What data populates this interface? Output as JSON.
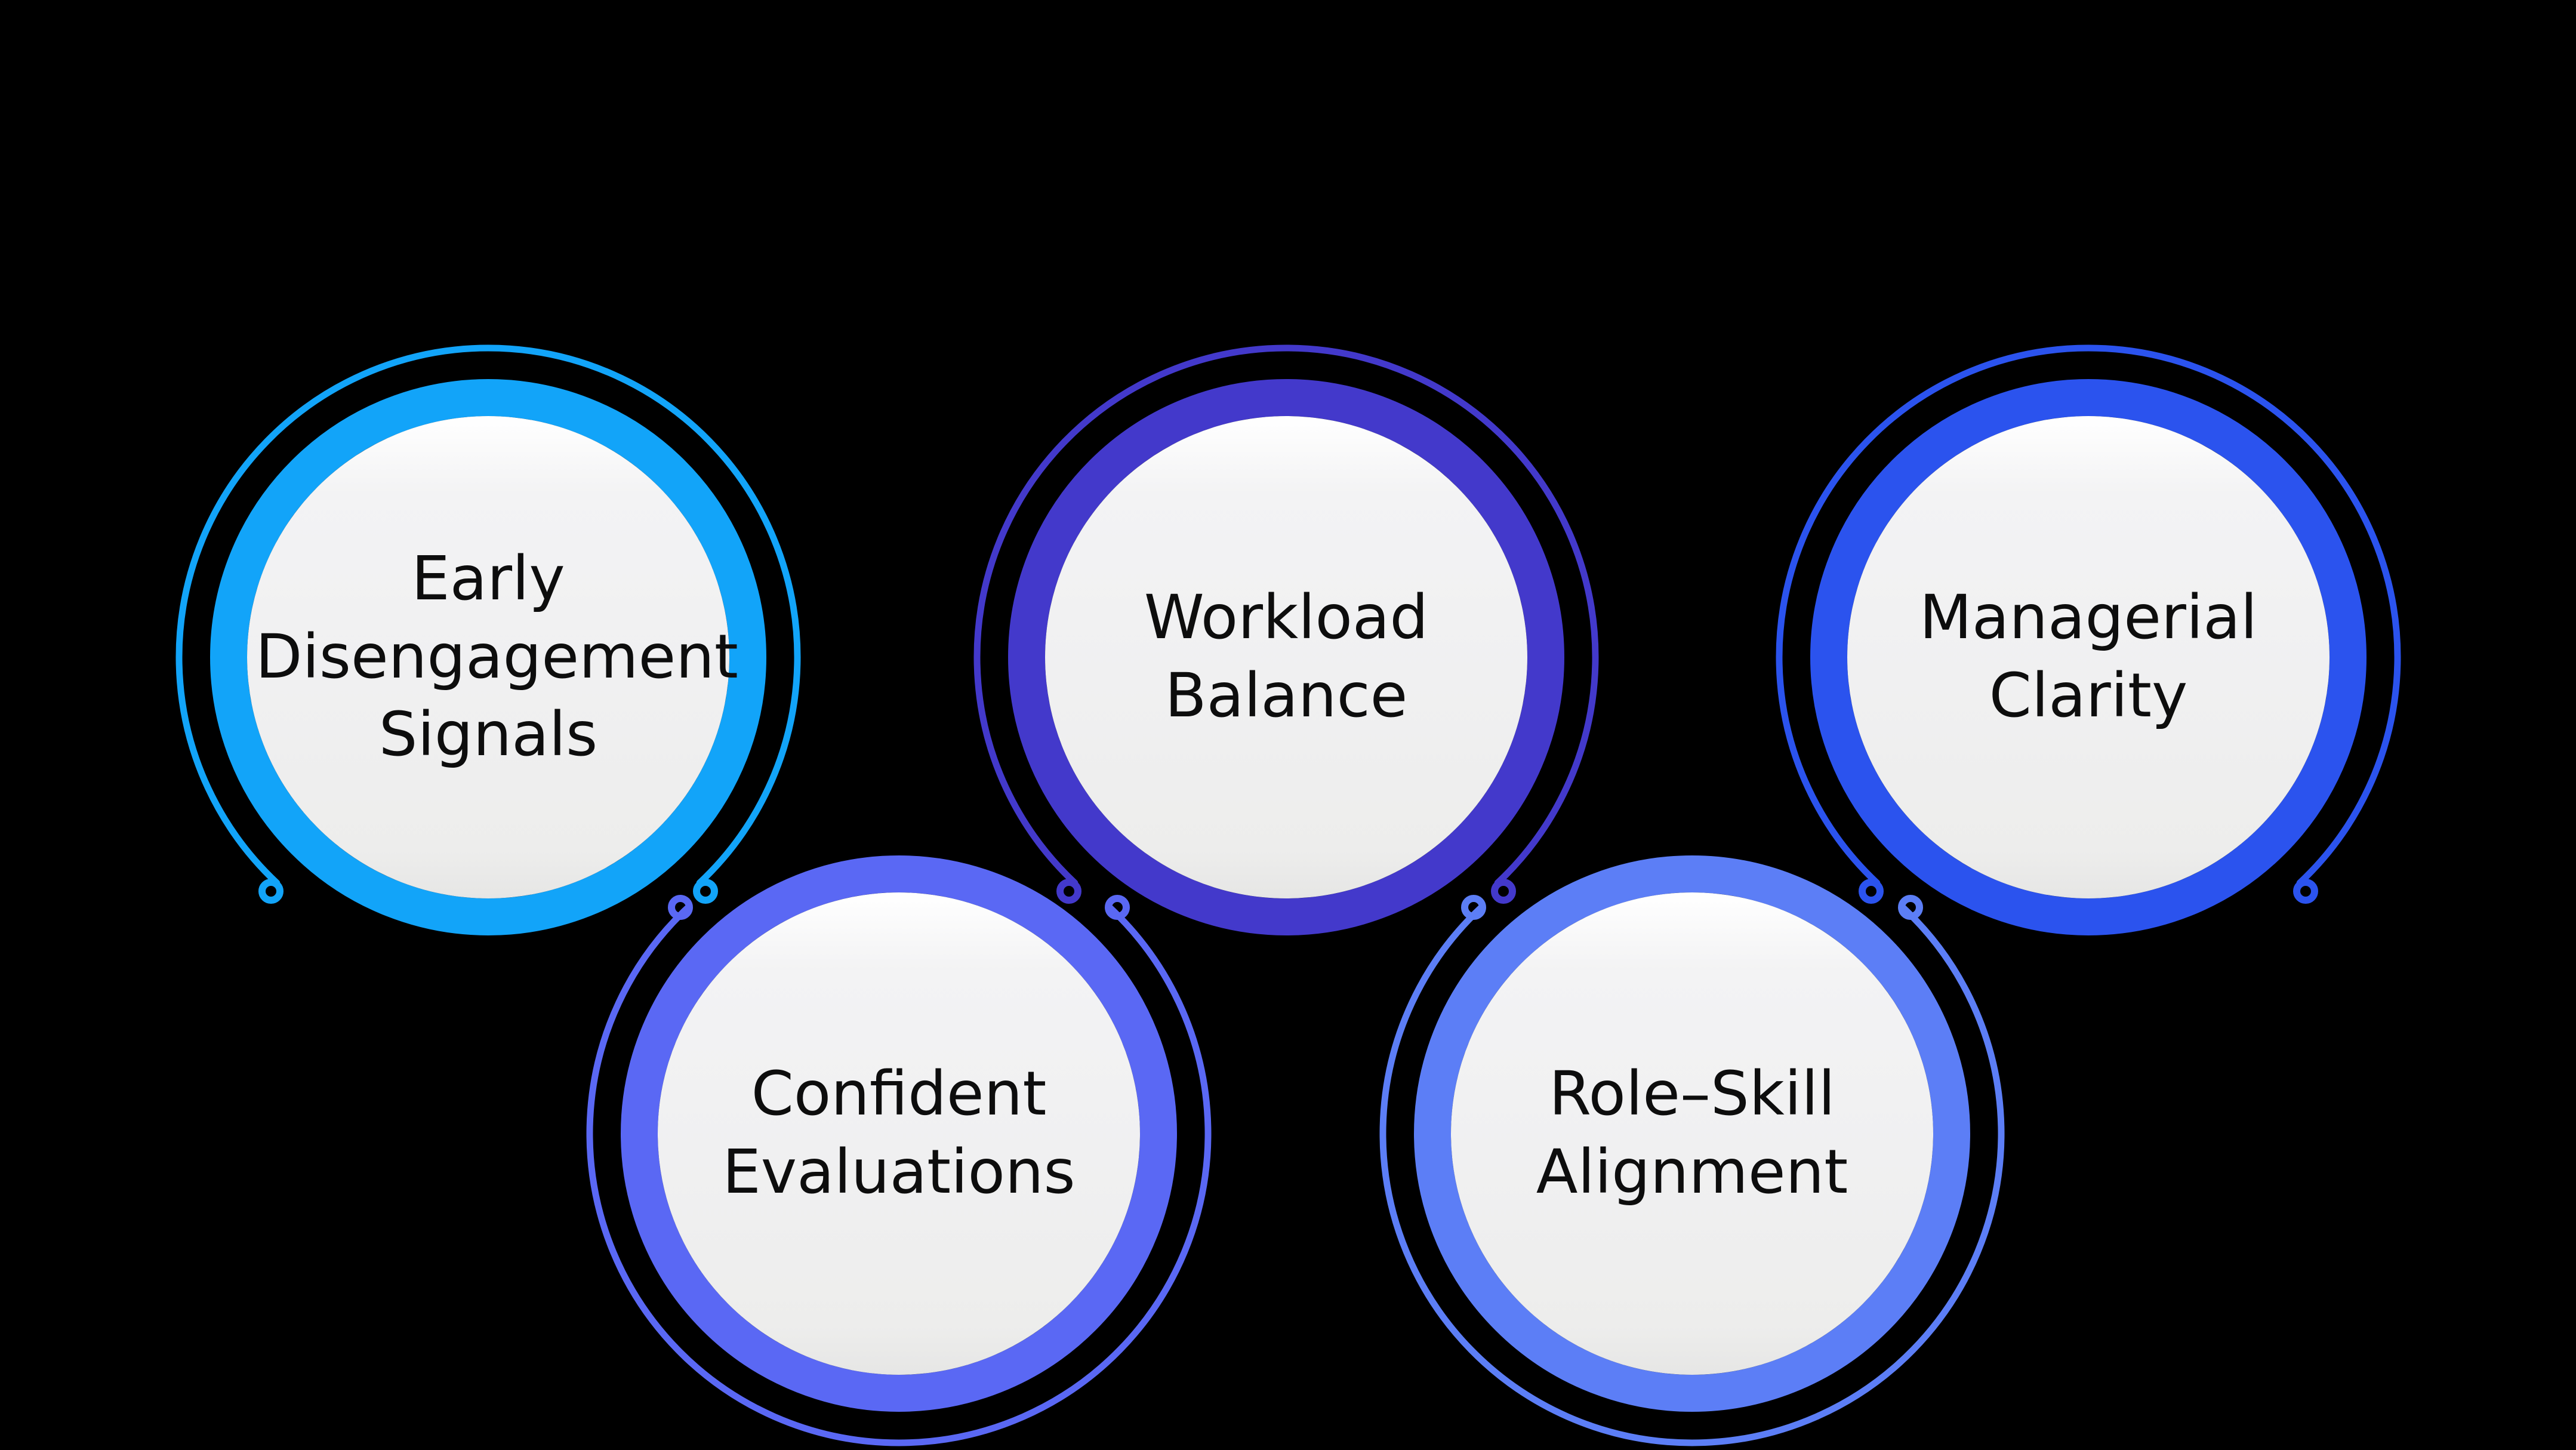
{
  "background_color": "#000000",
  "text_color": "#0D0D0D",
  "inner_disc": {
    "fill_top": "#FFFFFF",
    "fill_mid": "#F0F0F1",
    "fill_bottom": "#E6E6E5"
  },
  "diagram": {
    "type": "circle-cluster-infographic",
    "nodes": [
      {
        "id": "early-disengagement-signals",
        "label": "Early Disengagement Signals",
        "color": "#12A4F9",
        "row": "top"
      },
      {
        "id": "workload-balance",
        "label": "Workload Balance",
        "color": "#4339CB",
        "row": "top"
      },
      {
        "id": "managerial-clarity",
        "label": "Managerial Clarity",
        "color": "#2B53EE",
        "row": "top"
      },
      {
        "id": "confident-evaluations",
        "label": "Confident Evaluations",
        "color": "#5A68F4",
        "row": "bottom"
      },
      {
        "id": "role-skill-alignment",
        "label": "Role–Skill Alignment",
        "color": "#5C7EF6",
        "row": "bottom"
      }
    ]
  }
}
